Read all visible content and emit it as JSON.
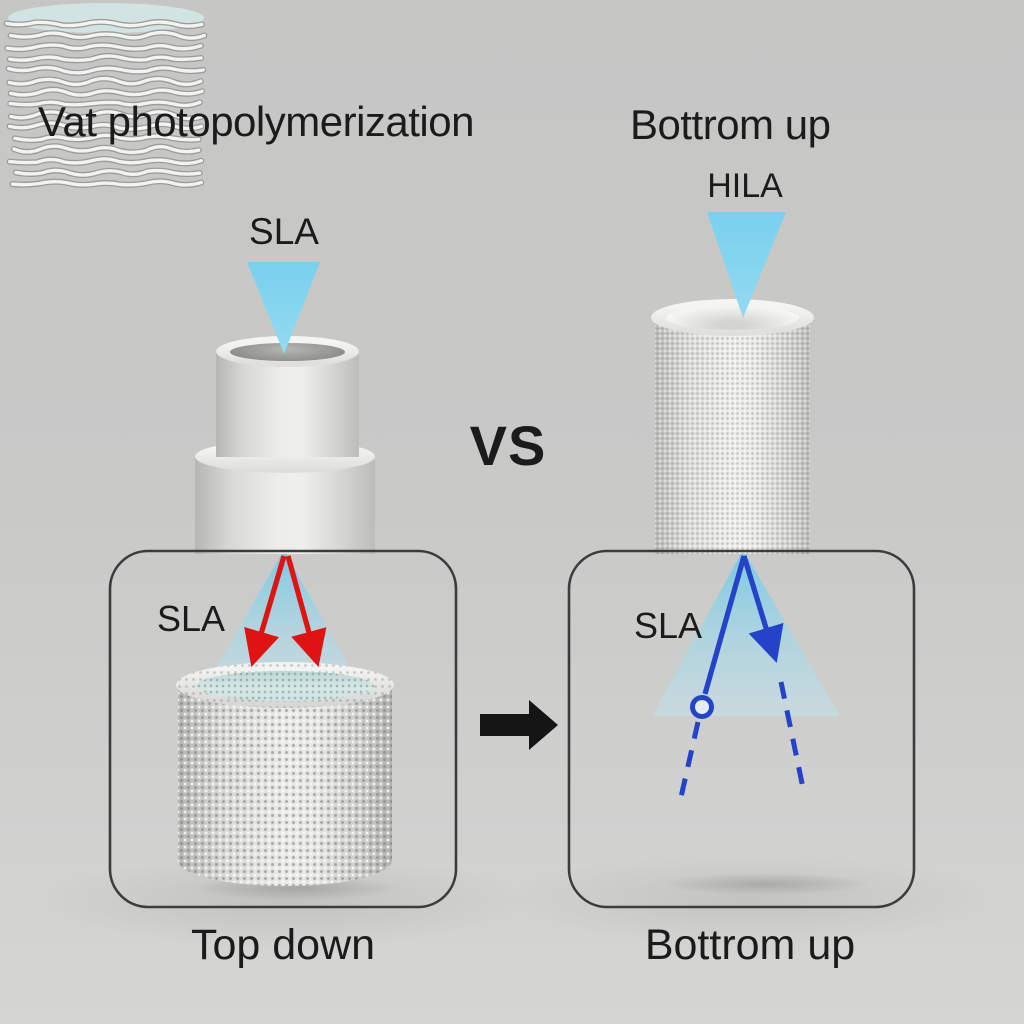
{
  "scene": {
    "background_color": "#c9c9c8",
    "beam_blue": "#7cd2ee",
    "arrow_red": "#e01313",
    "arrow_blue": "#2443c8",
    "frame_color": "#3c3c3c",
    "text_color": "#1b1b1b"
  },
  "titles": {
    "left": "Vat photopolymerization",
    "right": "Bottrom up"
  },
  "labels": {
    "laser_top_left": "SLA",
    "laser_top_right": "HILA",
    "versus": "VS",
    "laser_panel_left": "SLA",
    "laser_panel_right": "SLA"
  },
  "captions": {
    "panel_left": "Top down",
    "panel_right": "Bottrom up"
  }
}
